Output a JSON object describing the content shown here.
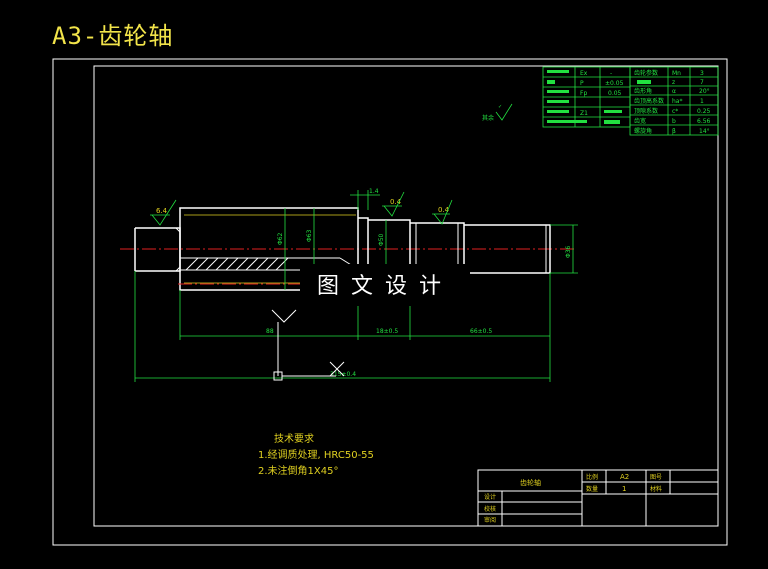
{
  "header": {
    "title": "A3-齿轮轴"
  },
  "watermark": "图文设计",
  "gear_params": {
    "left": [
      [
        "Ex",
        "-"
      ],
      [
        "P",
        "±0.05"
      ],
      [
        "Fp",
        "0.05"
      ],
      [
        "",
        ""
      ],
      [
        "Z1",
        ""
      ],
      [
        "",
        ""
      ]
    ],
    "right": [
      [
        "齿轮参数",
        "Mn",
        "3"
      ],
      [
        "",
        "z",
        "7"
      ],
      [
        "齿形角",
        "α",
        "20°"
      ],
      [
        "齿顶高系数",
        "ha*",
        "1"
      ],
      [
        "顶隙系数",
        "c*",
        "0.25"
      ],
      [
        "齿宽",
        "b",
        "6.56"
      ],
      [
        "螺旋角",
        "β",
        "14°"
      ]
    ],
    "remainder_label": "其余"
  },
  "roughness": {
    "r1": "6.4",
    "r2": "0.4",
    "r3": "0.4"
  },
  "dims": {
    "chamfer_top": "1.4",
    "dia1": "Φ62",
    "dia2": "Φ63",
    "dia3": "Φ50",
    "dia4": "Φ36",
    "len_left": "88",
    "len_mid": "18±0.5",
    "len_right": "66±0.5",
    "len_total": "315±0.4"
  },
  "tech_requirements": {
    "heading": "技术要求",
    "items": [
      "1.经调质处理, HRC50-55",
      "2.未注倒角1X45°"
    ]
  },
  "title_block": {
    "part_name": "齿轮轴",
    "scale_label": "比例",
    "scale_value": "A2",
    "drawing_no_label": "图号",
    "qty_label": "数量",
    "qty_value": "1",
    "material_label": "材料",
    "designer_label": "设计",
    "checker_label": "校核",
    "reviewer_label": "审阅"
  }
}
